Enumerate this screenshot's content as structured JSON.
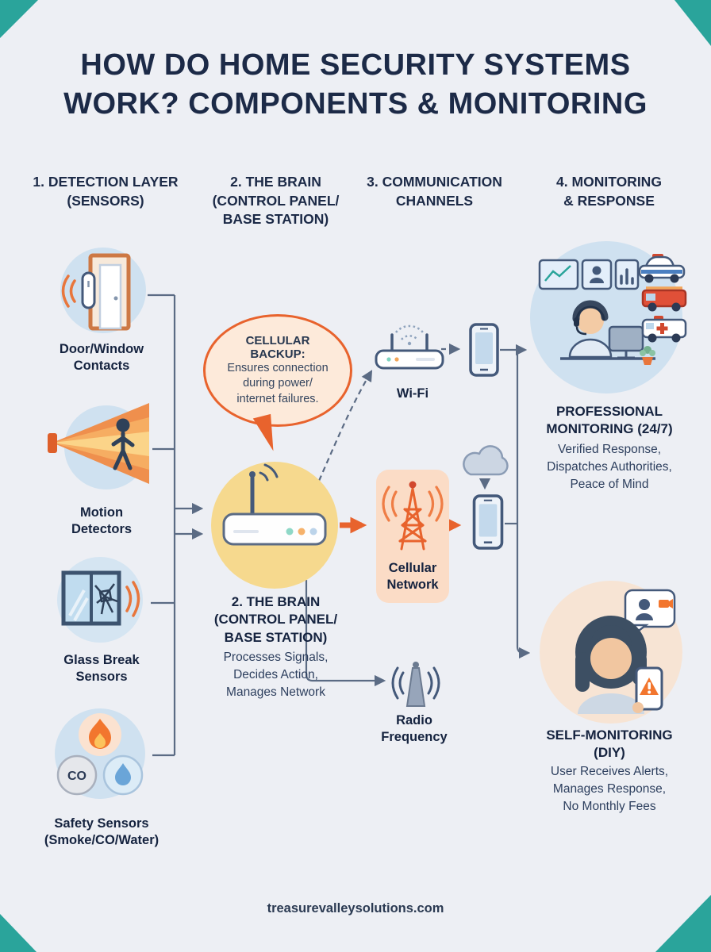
{
  "page": {
    "title": "HOW DO HOME SECURITY SYSTEMS\nWORK? COMPONENTS & MONITORING",
    "footer": "treasurevalleysolutions.com"
  },
  "headers": {
    "detection": "1. DETECTION LAYER\n(SENSORS)",
    "brain": "2. THE BRAIN\n(CONTROL PANEL/\nBASE STATION)",
    "communication": "3. COMMUNICATION\nCHANNELS",
    "monitoring": "4. MONITORING\n& RESPONSE"
  },
  "detection": {
    "door_label": "Door/Window\nContacts",
    "motion_label": "Motion\nDetectors",
    "glass_label": "Glass Break\nSensors",
    "safety_label": "Safety Sensors\n(Smoke/CO/Water)",
    "co_badge": "CO"
  },
  "brain": {
    "callout_title": "CELLULAR BACKUP:",
    "callout_body": "Ensures connection\nduring power/\ninternet failures.",
    "title": "2. THE BRAIN\n(CONTROL PANEL/\nBASE STATION)",
    "description": "Processes Signals,\nDecides Action,\nManages Network"
  },
  "communication": {
    "wifi_label": "Wi-Fi",
    "cellular_label": "Cellular\nNetwork",
    "radio_label": "Radio\nFrequency"
  },
  "monitoring": {
    "professional_title": "PROFESSIONAL\nMONITORING (24/7)",
    "professional_description": "Verified Response,\nDispatches Authorities,\nPeace of Mind",
    "self_title": "SELF-MONITORING\n(DIY)",
    "self_description": "User Receives Alerts,\nManages Response,\nNo Monthly Fees"
  },
  "colors": {
    "background": "#edeff4",
    "navy": "#1c2a47",
    "orange": "#e8632d",
    "teal": "#2aa49b",
    "line": "#5b6b84"
  }
}
